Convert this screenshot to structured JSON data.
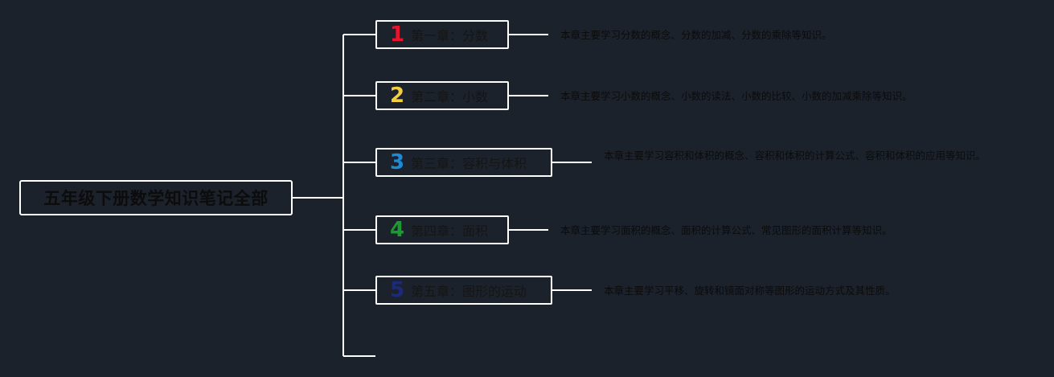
{
  "root": {
    "title": "五年级下册数学知识笔记全部"
  },
  "chapters": [
    {
      "number": "1",
      "number_color": "#e8142d",
      "title": "第一章：分数",
      "description": "本章主要学习分数的概念、分数的加减、分数的乘除等知识。"
    },
    {
      "number": "2",
      "number_color": "#f3cf3f",
      "title": "第二章：小数",
      "description": "本章主要学习小数的概念、小数的读法、小数的比较、小数的加减乘除等知识。"
    },
    {
      "number": "3",
      "number_color": "#1e8ad6",
      "title": "第三章：容积与体积",
      "description": "本章主要学习容积和体积的概念、容积和体积的计算公式、容积和体积的应用等知识。"
    },
    {
      "number": "4",
      "number_color": "#1a9a2f",
      "title": "第四章：面积",
      "description": "本章主要学习面积的概念、面积的计算公式、常见图形的面积计算等知识。"
    },
    {
      "number": "5",
      "number_color": "#1c2a7a",
      "title": "第五章：图形的运动",
      "description": "本章主要学习平移、旋转和镜面对称等图形的运动方式及其性质。"
    }
  ],
  "colors": {
    "background": "#1c222c",
    "lines": "#ffffff"
  }
}
